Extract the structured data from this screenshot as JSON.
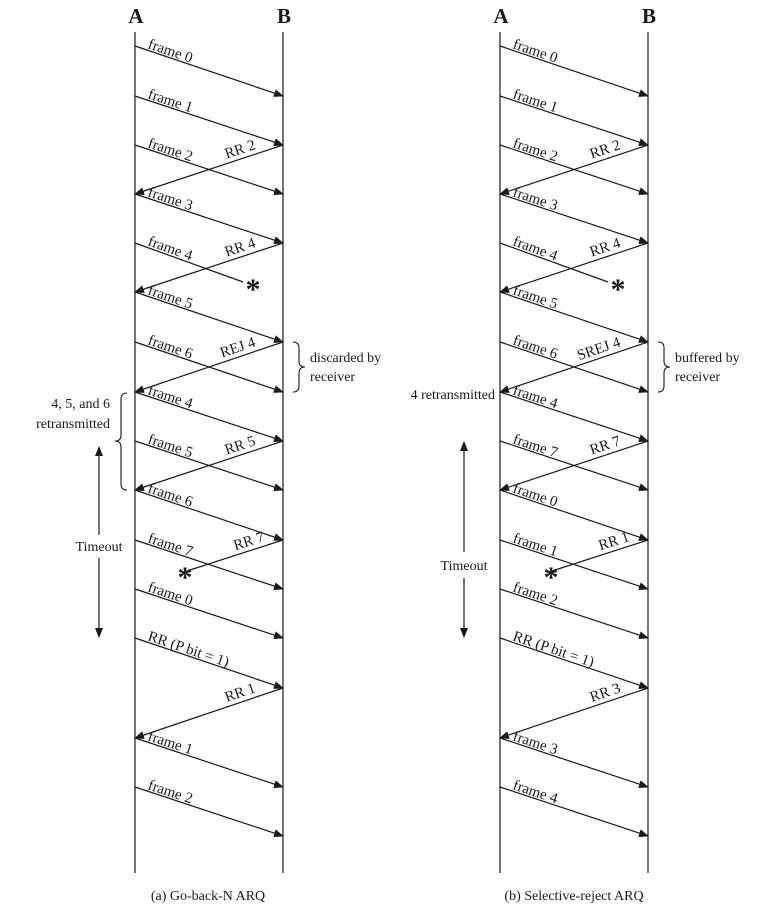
{
  "panels": [
    {
      "header_a": "A",
      "header_b": "B",
      "caption": "(a) Go-back-N ARQ",
      "messages": [
        {
          "label": "frame 0",
          "dir": "AB"
        },
        {
          "label": "frame 1",
          "dir": "AB"
        },
        {
          "label": "frame 2",
          "dir": "AB"
        },
        {
          "label": "RR 2",
          "dir": "BA"
        },
        {
          "label": "frame 3",
          "dir": "AB"
        },
        {
          "label": "frame 4",
          "dir": "AB",
          "lost": true
        },
        {
          "label": "RR 4",
          "dir": "BA"
        },
        {
          "label": "frame 5",
          "dir": "AB"
        },
        {
          "label": "frame 6",
          "dir": "AB"
        },
        {
          "label": "REJ 4",
          "dir": "BA"
        },
        {
          "label": "frame 4",
          "dir": "AB"
        },
        {
          "label": "frame 5",
          "dir": "AB"
        },
        {
          "label": "RR 5",
          "dir": "BA"
        },
        {
          "label": "frame 6",
          "dir": "AB"
        },
        {
          "label": "frame 7",
          "dir": "AB"
        },
        {
          "label": "RR 7",
          "dir": "BA",
          "lost": true
        },
        {
          "label": "frame 0",
          "dir": "AB"
        },
        {
          "label": "RR (P bit = 1)",
          "dir": "AB"
        },
        {
          "label": "RR 1",
          "dir": "BA"
        },
        {
          "label": "frame 1",
          "dir": "AB"
        },
        {
          "label": "frame 2",
          "dir": "AB"
        }
      ],
      "note_right": [
        "discarded by",
        "receiver"
      ],
      "note_left": [
        "4, 5, and 6",
        "retransmitted"
      ],
      "timeout": "Timeout"
    },
    {
      "header_a": "A",
      "header_b": "B",
      "caption": "(b) Selective-reject ARQ",
      "messages": [
        {
          "label": "frame 0",
          "dir": "AB"
        },
        {
          "label": "frame 1",
          "dir": "AB"
        },
        {
          "label": "frame 2",
          "dir": "AB"
        },
        {
          "label": "RR 2",
          "dir": "BA"
        },
        {
          "label": "frame 3",
          "dir": "AB"
        },
        {
          "label": "frame 4",
          "dir": "AB",
          "lost": true
        },
        {
          "label": "RR 4",
          "dir": "BA"
        },
        {
          "label": "frame 5",
          "dir": "AB"
        },
        {
          "label": "frame 6",
          "dir": "AB"
        },
        {
          "label": "SREJ 4",
          "dir": "BA"
        },
        {
          "label": "frame 4",
          "dir": "AB"
        },
        {
          "label": "frame 7",
          "dir": "AB"
        },
        {
          "label": "RR 7",
          "dir": "BA"
        },
        {
          "label": "frame 0",
          "dir": "AB"
        },
        {
          "label": "frame 1",
          "dir": "AB"
        },
        {
          "label": "RR 1",
          "dir": "BA",
          "lost": true
        },
        {
          "label": "frame 2",
          "dir": "AB"
        },
        {
          "label": "RR (P bit = 1)",
          "dir": "AB"
        },
        {
          "label": "RR 3",
          "dir": "BA"
        },
        {
          "label": "frame 3",
          "dir": "AB"
        },
        {
          "label": "frame 4",
          "dir": "AB"
        }
      ],
      "note_right": [
        "buffered by",
        "receiver"
      ],
      "note_left": [
        "4 retransmitted"
      ],
      "timeout": "Timeout"
    }
  ]
}
